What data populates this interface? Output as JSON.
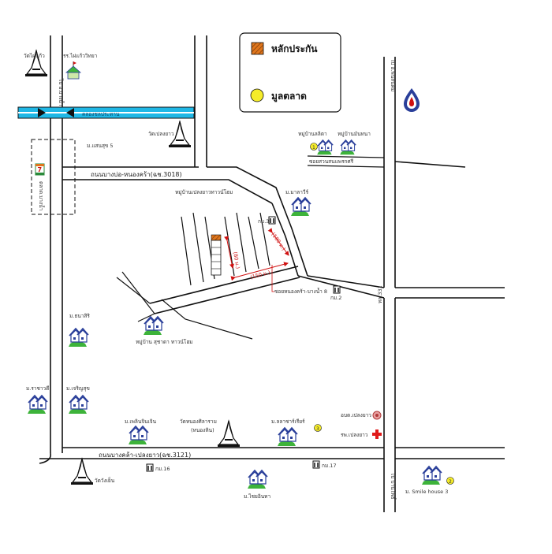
{
  "colors": {
    "canal": "#1fb8e6",
    "arrow": "#d01010",
    "parcel": "#e0761c",
    "market": "#f5ec2a",
    "house_blue": "#2a3f9a",
    "house_green": "#3db33a"
  },
  "legend": {
    "parcel_label": "หลักประกัน",
    "market_label": "มูลตลาด"
  },
  "roads": {
    "main_north": "ถนนบางบ่อ-หนองคร้า(ฉช.3018)",
    "main_south": "ถนนบางคล้า-เปลงยาว(ฉช.3121)",
    "road_331": "ทล.331",
    "soi_main": "ซอยหนองคร้า-บางน้ำ 8",
    "soi_upper": "ซอยสวนสนแพรกศรี",
    "left_vertical": "ไป อ.บางน้ำ",
    "left_vertical_lower": "ตลาด.บางน้ำ",
    "right_vertical_top": "ไป อ.พนัสนิคม",
    "right_vertical_bottom": "ไป บ้านโพธิ์",
    "canal": "คลองชลประทาน"
  },
  "places": {
    "wat_top_left": "วัดไผ่แก้ว",
    "school": "รร.ไผ่แก้ววิทยา",
    "wat_plaeng": "วัดเปลงยาว",
    "moo_saeng": "ม.แสนสุข 5",
    "village_main": "หมู่บ้านเปลงยาวทาวน์โฮม",
    "village_maka": "ม.มาลาวีร์",
    "village_lalita": "หมู่บ้านลลิตา",
    "village_mantana": "หมู่บ้านมันทนา",
    "village_kanasiri": "ม.ธนาสิริ",
    "village_suchada": "หมู่บ้าน สุชาดา ทาวน์โฮม",
    "village_rachawadee": "ม.ราชาวดี",
    "village_charoensuk": "ม.เจริญสุข",
    "village_charoenchoen": "ม.เพลินจินเจิน",
    "wat_nongsila": "วัดหนองศิลาราม",
    "wat_nongsila_sub": "(หนองหิน)",
    "village_luxury": "ม.ลลาชาร์เรียร์",
    "ao_bor_tor": "อบต.เปลงยาว",
    "hospital": "รพ.เปลงยาว",
    "wat_bottom_left": "วัดวังเย็น",
    "village_chaiyo": "ม.ไชยอินทา",
    "village_smile": "ม. Smile house 3",
    "km2": "กม.2",
    "km3": "กม.3",
    "km16": "กม.16",
    "km17": "กม.17"
  },
  "distances": {
    "d1": "(180 ม.)",
    "d2": "(80 ม.)",
    "d3": "(150 ม.)"
  },
  "markers": {
    "m1": "1",
    "m2": "2",
    "m3": "3"
  },
  "icons": [
    "pagoda-icon",
    "school-icon",
    "seven-eleven-icon",
    "gas-station-icon",
    "house-icon",
    "milestone-icon",
    "hospital-cross-icon",
    "office-icon"
  ]
}
